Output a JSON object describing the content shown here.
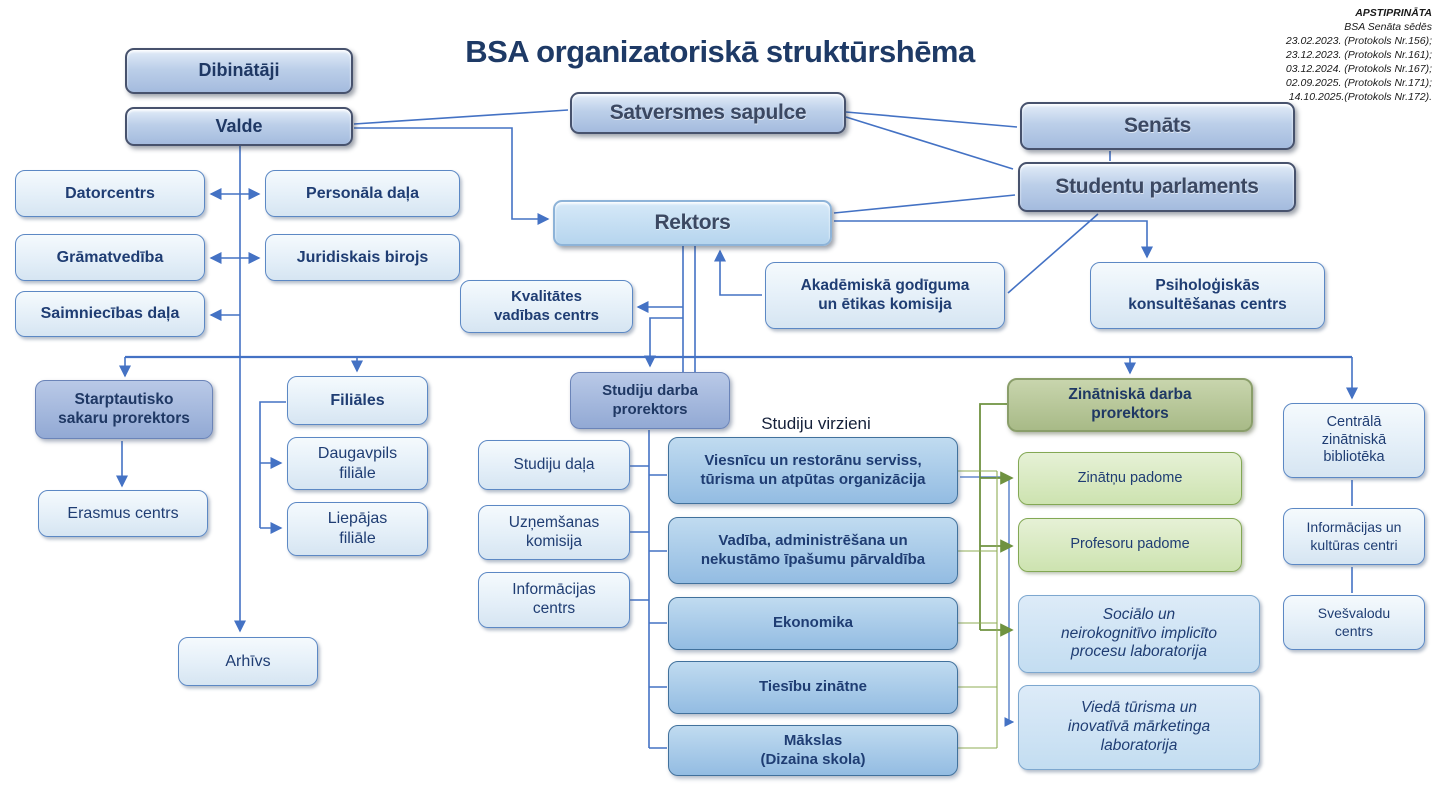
{
  "title": "BSA organizatoriskā struktūrshēma",
  "approval": {
    "lines": [
      "APSTIPRINĀTA",
      "BSA Senāta sēdēs",
      "23.02.2023. (Protokols Nr.156);",
      "23.12.2023. (Protokols Nr.161);",
      "03.12.2024. (Protokols Nr.167);",
      "02.09.2025. (Protokols Nr.171);",
      "14.10.2025.(Protokols Nr.172)."
    ]
  },
  "section_label": "Studiju virzieni",
  "nodes": {
    "dibinataji": "Dibinātāji",
    "valde": "Valde",
    "satversmes": "Satversmes sapulce",
    "senats": "Senāts",
    "studentu_parlaments": "Studentu parlaments",
    "rektors": "Rektors",
    "datorcentrs": "Datorcentrs",
    "personala_dala": "Personāla daļa",
    "gramatvediba": "Grāmatvedība",
    "juridiskais_birojs": "Juridiskais birojs",
    "saimniecibas_dala": "Saimniecības daļa",
    "kvalitates": "Kvalitātes\nvadības centrs",
    "akademiska": "Akadēmiskā godīguma\nun ētikas komisija",
    "psihologiskas": "Psiholoģiskās\nkonsultēšanas centrs",
    "starptautisko": "Starptautisko\nsakaru prorektors",
    "erasmus": "Erasmus centrs",
    "filiales": "Filiāles",
    "daugavpils": "Daugavpils\nfiliāle",
    "liepajas": "Liepājas\nfiliāle",
    "studiju_prorektors": "Studiju darba\nprorektors",
    "studiju_dala": "Studiju daļa",
    "uznemsanas": "Uzņemšanas\nkomisija",
    "informacijas_centrs": "Informācijas\ncentrs",
    "arhivs": "Arhīvs",
    "viesnicu": "Viesnīcu un restorānu serviss,\ntūrisma un atpūtas organizācija",
    "vadiba": "Vadība, administrēšana un\nnekustāmo īpašumu pārvaldība",
    "ekonomika": "Ekonomika",
    "tiesibu": "Tiesību zinātne",
    "makslas": "Mākslas\n(Dizaina skola)",
    "zinatniska_prorektors": "Zinātniskā darba\nprorektors",
    "zinatnu_padome": "Zinātņu padome",
    "profesoru_padome": "Profesoru padome",
    "socialab": "Sociālo un\nneirokognitīvo implicīto\nprocesu laboratorija",
    "viedalab": "Viedā tūrisma un\ninovatīvā mārketinga\nlaboratorija",
    "biblioteka": "Centrālā\nzinātniskā\nbibliotēka",
    "info_kulturas": "Informācijas un\nkultūras centri",
    "svesvalodu": "Svešvalodu\ncentrs"
  },
  "colors": {
    "line_blue": "#4472C4",
    "line_green": "#6f9240",
    "line_green_light": "#8fac56",
    "title_text": "#1e3a66",
    "box_text": "#1f3d73",
    "tier1_fill": "#bccfe9",
    "study_fill": "#93bce2",
    "green_head_fill": "#a8ba87",
    "green_fill": "#cde3b0",
    "lab_fill": "#c3ddf1"
  }
}
